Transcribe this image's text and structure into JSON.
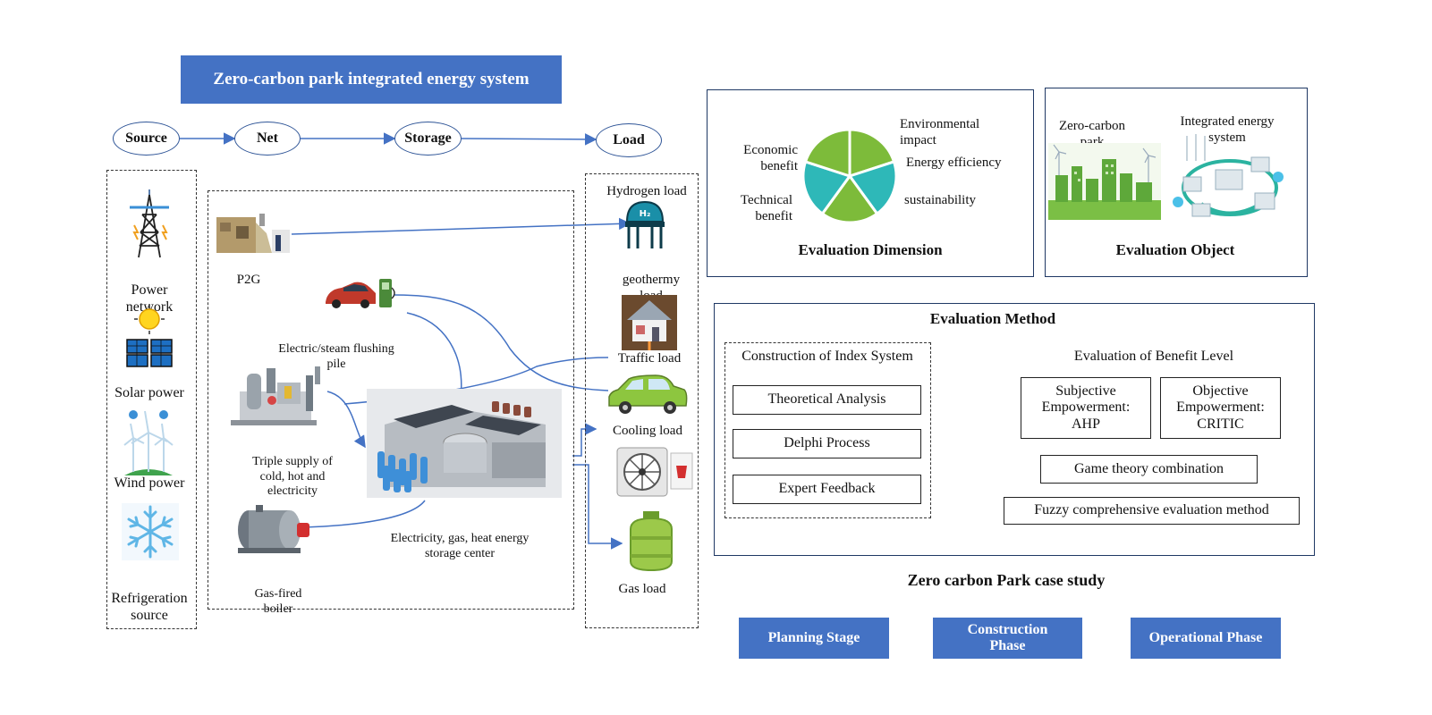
{
  "title": "Zero-carbon park integrated energy system",
  "flow": {
    "source": "Source",
    "net": "Net",
    "storage": "Storage",
    "load": "Load"
  },
  "sources": {
    "power_network": "Power\nnetwork",
    "solar": "Solar power",
    "wind": "Wind power",
    "refrigeration": "Refrigeration\nsource"
  },
  "net": {
    "p2g": "P2G",
    "charging_pile": "Electric/steam flushing\npile",
    "triple_supply": "Triple supply of\ncold, hot and\nelectricity",
    "gas_boiler": "Gas-fired\nboiler",
    "storage_center": "Electricity, gas, heat energy\nstorage center"
  },
  "loads": {
    "hydrogen": "Hydrogen load",
    "geothermy": "geothermy\nload",
    "traffic": "Traffic load",
    "cooling": "Cooling load",
    "gas": "Gas load"
  },
  "dimension": {
    "title": "Evaluation Dimension",
    "labels": {
      "environmental": "Environmental\nimpact",
      "economic": "Economic\nbenefit",
      "energy": "Energy efficiency",
      "technical": "Technical\nbenefit",
      "sustainability": "sustainability"
    },
    "colors": {
      "green": "#7dbb3a",
      "teal": "#2eb8b8"
    }
  },
  "object": {
    "title": "Evaluation Object",
    "zero_carbon": "Zero-carbon\npark",
    "ies": "Integrated energy\nsystem"
  },
  "method": {
    "title": "Evaluation Method",
    "index_title": "Construction of Index System",
    "index_items": [
      "Theoretical Analysis",
      "Delphi Process",
      "Expert Feedback"
    ],
    "benefit_title": "Evaluation of Benefit Level",
    "subjective": "Subjective\nEmpowerment:\nAHP",
    "objective": "Objective\nEmpowerment:\nCRITIC",
    "game": "Game theory combination",
    "fuzzy": "Fuzzy comprehensive evaluation method"
  },
  "case": {
    "title": "Zero carbon Park case study",
    "stages": [
      "Planning Stage",
      "Construction\nPhase",
      "Operational Phase"
    ]
  },
  "colors": {
    "accent": "#4472c4",
    "line": "#4472c4",
    "frame": "#1f3864"
  }
}
